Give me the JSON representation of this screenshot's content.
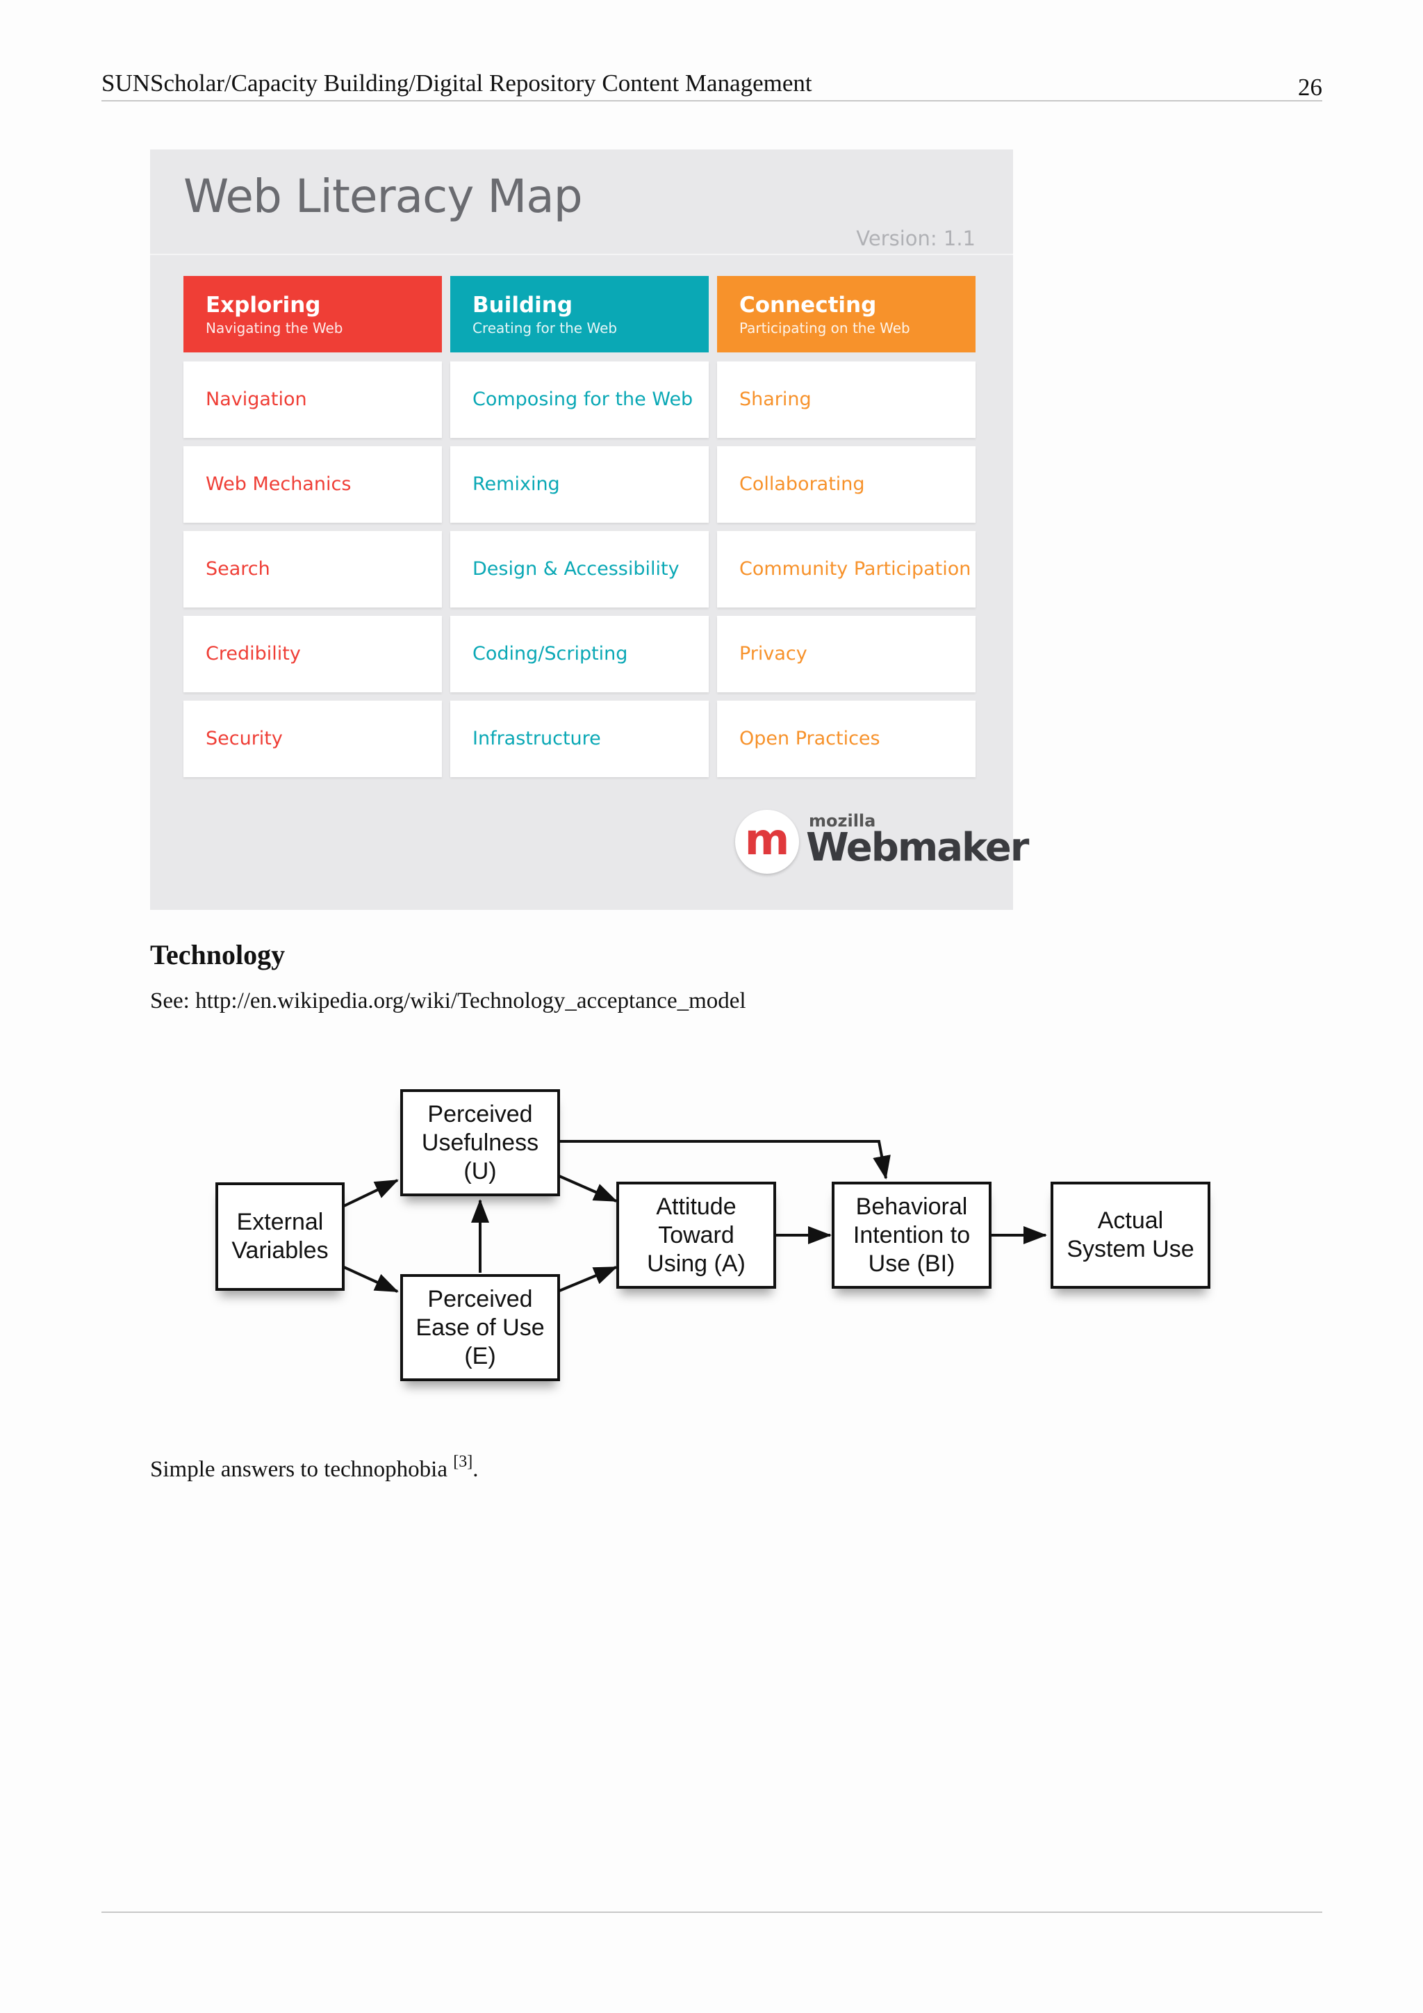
{
  "header": {
    "title": "SUNScholar/Capacity Building/Digital Repository Content Management",
    "page_number": "26"
  },
  "web_literacy_map": {
    "title": "Web Literacy Map",
    "version": "Version: 1.1",
    "columns": [
      {
        "heading": "Exploring",
        "subheading": "Navigating the Web",
        "color": "#ef3e36",
        "items": [
          "Navigation",
          "Web Mechanics",
          "Search",
          "Credibility",
          "Security"
        ]
      },
      {
        "heading": "Building",
        "subheading": "Creating for the Web",
        "color": "#0aa8b5",
        "items": [
          "Composing for the Web",
          "Remixing",
          "Design & Accessibility",
          "Coding/Scripting",
          "Infrastructure"
        ]
      },
      {
        "heading": "Connecting",
        "subheading": "Participating on the Web",
        "color": "#f7922b",
        "items": [
          "Sharing",
          "Collaborating",
          "Community Participation",
          "Privacy",
          "Open Practices"
        ]
      }
    ],
    "logo": {
      "small": "mozilla",
      "large": "Webmaker",
      "mark": "m"
    }
  },
  "section": {
    "heading": "Technology",
    "see_line": "See: http://en.wikipedia.org/wiki/Technology_acceptance_model"
  },
  "tam_diagram": {
    "external": [
      "External",
      "Variables"
    ],
    "usefulness": [
      "Perceived",
      "Usefulness",
      "(U)"
    ],
    "ease": [
      "Perceived",
      "Ease of Use",
      "(E)"
    ],
    "attitude": [
      "Attitude",
      "Toward",
      "Using (A)"
    ],
    "intention": [
      "Behavioral",
      "Intention to",
      "Use (BI)"
    ],
    "actual": [
      "Actual",
      "System Use"
    ]
  },
  "caption": {
    "text": "Simple answers to technophobia ",
    "ref": "[3]",
    "end": "."
  }
}
